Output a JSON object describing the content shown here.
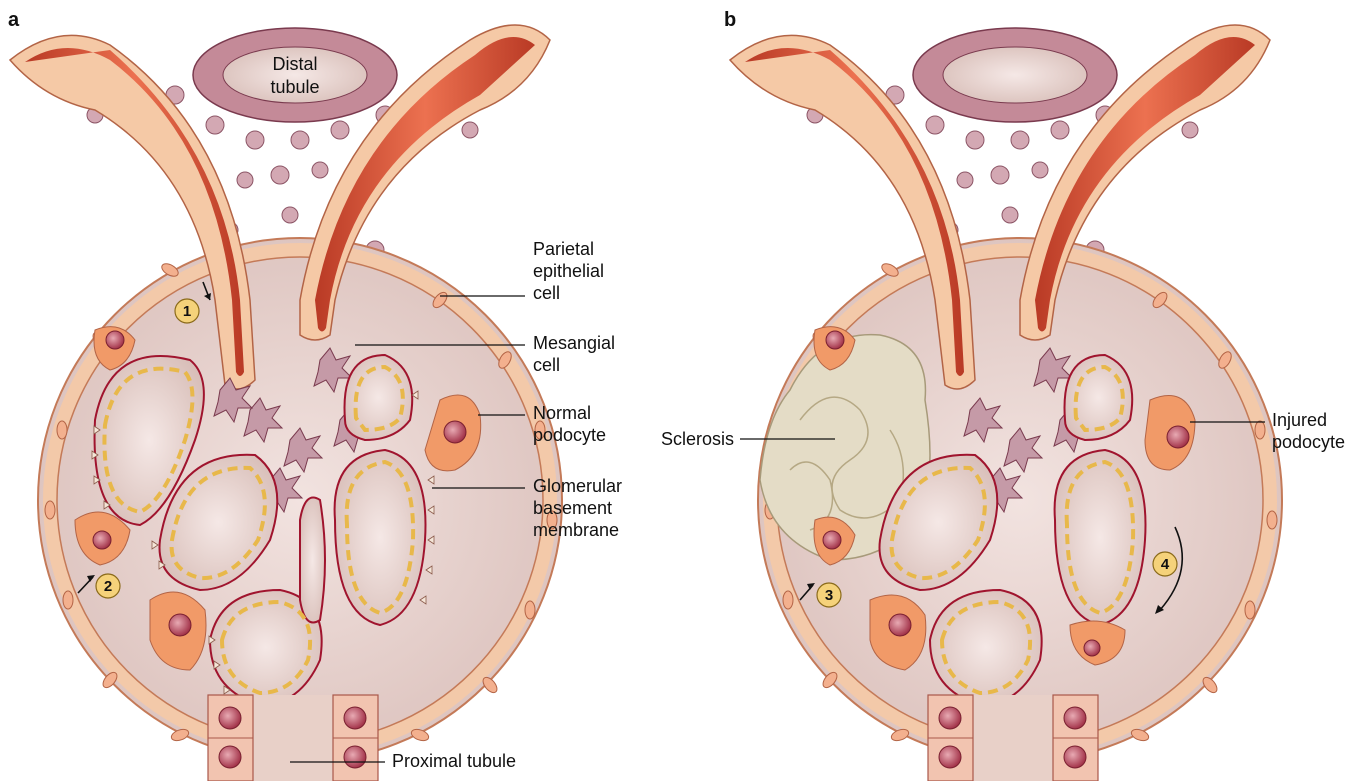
{
  "panels": {
    "a": {
      "letter": "a",
      "distal_tubule_line1": "Distal",
      "distal_tubule_line2": "tubule",
      "parietal_line1": "Parietal",
      "parietal_line2": "epithelial",
      "parietal_line3": "cell",
      "mesangial_line1": "Mesangial",
      "mesangial_line2": "cell",
      "normal_pod_line1": "Normal",
      "normal_pod_line2": "podocyte",
      "gbm_line1": "Glomerular",
      "gbm_line2": "basement",
      "gbm_line3": "membrane",
      "proximal": "Proximal tubule",
      "marker1": "1",
      "marker2": "2"
    },
    "b": {
      "letter": "b",
      "sclerosis": "Sclerosis",
      "injured_line1": "Injured",
      "injured_line2": "podocyte",
      "marker3": "3",
      "marker4": "4"
    }
  },
  "colors": {
    "vessel": "#d9543a",
    "vessel_wall": "#f2b592",
    "capsule_fill": "#e6d1cc",
    "capsule_wall": "#f5c9a6",
    "mesangial": "#c59aa7",
    "podocyte": "#f19a68",
    "gbm": "#a0142e",
    "marker_fill": "#f5d27a",
    "sclerosis": "#e4dcc6",
    "tubule_cell": "#b27583"
  }
}
